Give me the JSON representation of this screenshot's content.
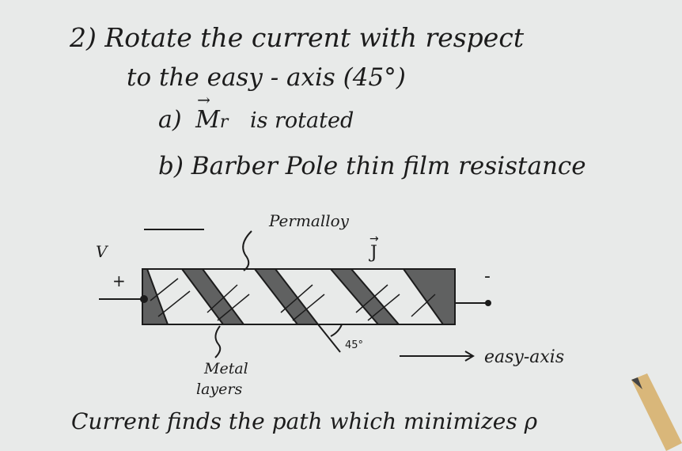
{
  "notes": {
    "line1": "2) Rotate the current with respect",
    "line2": "to the easy - axis  (45°)",
    "line3_prefix": "a)",
    "line3_symbol": "M",
    "line3_sub": "r",
    "line3_rest": "is rotated",
    "line4": "b) Barber Pole thin film resistance",
    "footer": "Current finds the path which minimizes ρ"
  },
  "diagram": {
    "permalloy_label": "Permalloy",
    "current_label": "J",
    "voltage_label": "V",
    "plus_label": "+",
    "minus_label": "-",
    "angle_label": "45°",
    "easy_axis_label": "easy-axis",
    "metal_label_1": "Metal",
    "metal_label_2": "layers"
  },
  "colors": {
    "paper": "#e8eae9",
    "ink": "#1c1c1c"
  }
}
